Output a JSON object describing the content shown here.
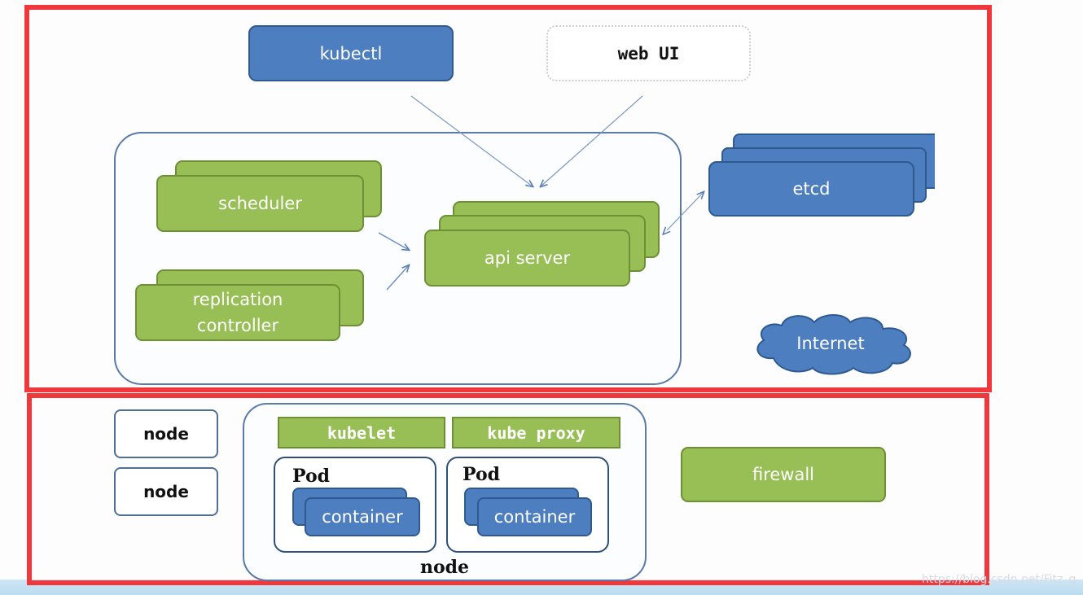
{
  "master": {
    "kubectl": "kubectl",
    "web_ui": "web UI",
    "scheduler": "scheduler",
    "replication_controller_line1": "replication",
    "replication_controller_line2": "controller",
    "api_server": "api server",
    "etcd": "etcd",
    "internet": "Internet"
  },
  "worker": {
    "node_left_1": "node",
    "node_left_2": "node",
    "kubelet": "kubelet",
    "kube_proxy": "kube proxy",
    "pod_1": "Pod",
    "container_1": "container",
    "pod_2": "Pod",
    "container_2": "container",
    "node_main": "node",
    "firewall": "firewall"
  },
  "watermark": "https://blog.csdn.net/Fitz_q",
  "colors": {
    "frame": "#f0373c",
    "blue": "#4d7ebf",
    "green": "#98bf56",
    "outline": "#5a7aa8"
  }
}
